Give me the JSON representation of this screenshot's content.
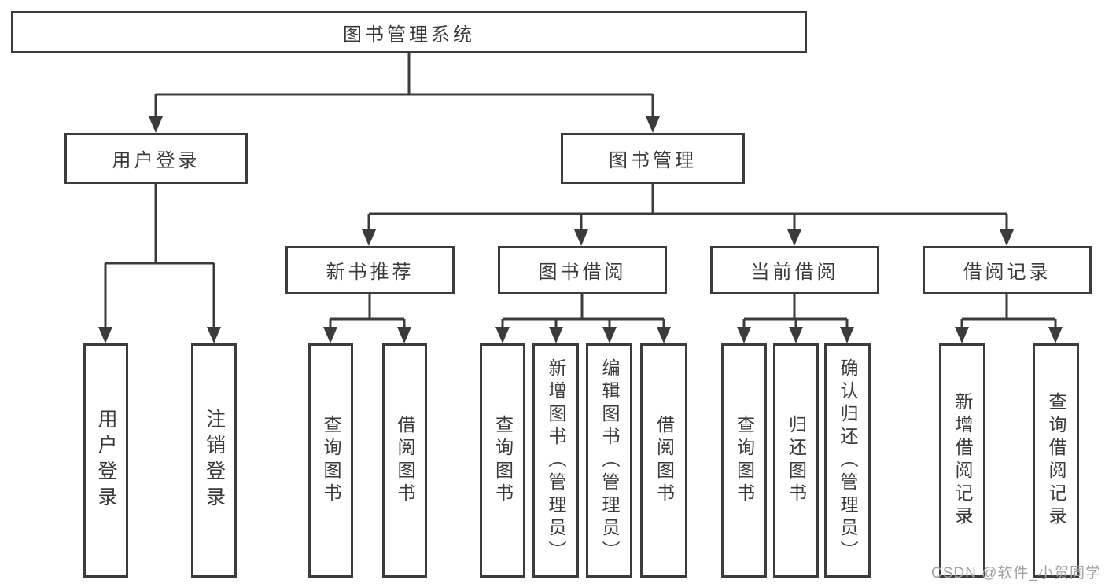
{
  "diagram": {
    "root": {
      "label": "图书管理系统"
    },
    "branches": [
      {
        "label": "用户登录",
        "children": [
          {
            "label": "用户登录"
          },
          {
            "label": "注销登录"
          }
        ]
      },
      {
        "label": "图书管理",
        "children": [
          {
            "label": "新书推荐",
            "children": [
              {
                "label": "查询图书"
              },
              {
                "label": "借阅图书"
              }
            ]
          },
          {
            "label": "图书借阅",
            "children": [
              {
                "label": "查询图书"
              },
              {
                "label": "新增图书（管理员）"
              },
              {
                "label": "编辑图书（管理员）"
              },
              {
                "label": "借阅图书"
              }
            ]
          },
          {
            "label": "当前借阅",
            "children": [
              {
                "label": "查询图书"
              },
              {
                "label": "归还图书"
              },
              {
                "label": "确认归还（管理员）"
              }
            ]
          },
          {
            "label": "借阅记录",
            "children": [
              {
                "label": "新增借阅记录"
              },
              {
                "label": "查询借阅记录"
              }
            ]
          }
        ]
      }
    ],
    "watermark": "CSDN @软件_小贺同学",
    "colors": {
      "line": "#3b3b3b",
      "text": "#3a3a3a",
      "watermark": "#a2a2a2",
      "background": "#ffffff"
    }
  }
}
